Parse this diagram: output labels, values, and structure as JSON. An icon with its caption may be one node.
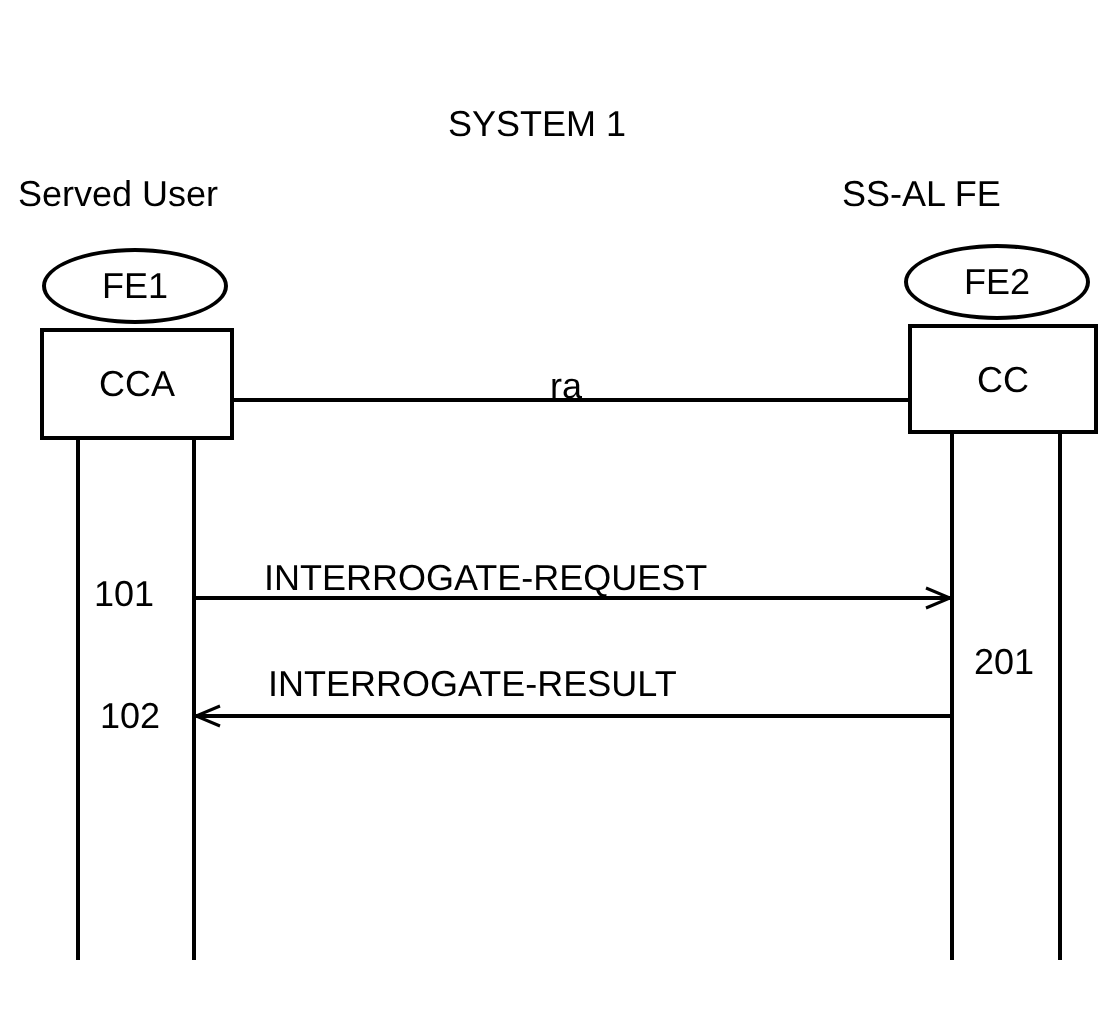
{
  "diagram": {
    "title": "SYSTEM 1",
    "nodes": [
      {
        "text": [
          "FE1"
        ]
      },
      {
        "text": [
          "CCA"
        ]
      },
      {
        "text": [],
        "shape": "bar"
      },
      {
        "text": [
          "FE2"
        ]
      },
      {
        "text": [
          "CC"
        ]
      },
      {
        "text": [],
        "shape": "bar"
      }
    ],
    "edges": [
      {
        "from": 1,
        "to": 4,
        "arrow": "none",
        "label": "ra"
      },
      {
        "from": 2,
        "to": 5,
        "arrow": "to",
        "label": "INTERROGATE-REQUEST"
      },
      {
        "from": 5,
        "to": 2,
        "arrow": "to",
        "label": "INTERROGATE-RESULT"
      }
    ],
    "labels": [
      "Served User",
      "SS-AL FE",
      "101",
      "201",
      "102"
    ]
  }
}
